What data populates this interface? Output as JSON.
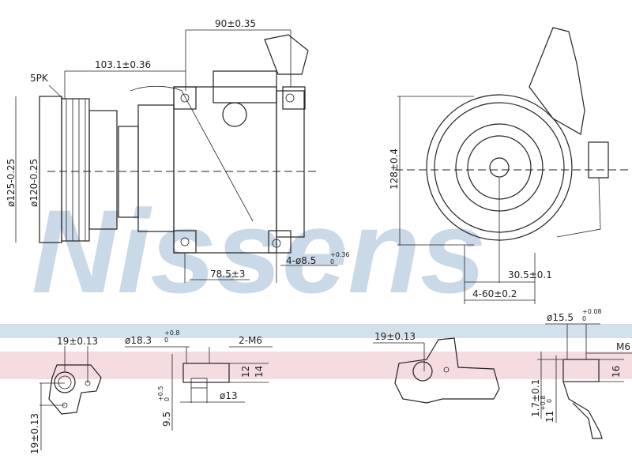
{
  "watermark": "Nissens",
  "colors": {
    "watermark": "#c9d9e8",
    "band_blue": "#d3e1ec",
    "band_pink": "#f1d3d9",
    "line": "#222222"
  },
  "side_view": {
    "width_top": "90±0.35",
    "length": "103.1±0.36",
    "belt": "5PK",
    "pulley_dia_outer": "ø125-0.25",
    "pulley_dia_inner": "ø120-0.25",
    "mount_spacing": "78.5±3",
    "mount_holes": "4-ø8.5",
    "mount_holes_tol": "+0.36",
    "mount_holes_tol_low": "0"
  },
  "front_view": {
    "height": "128±0.4",
    "offset": "30.5±0.1",
    "spacing": "4-60±0.2"
  },
  "port_left": {
    "pitch_h": "19±0.13",
    "pitch_v": "19±0.13",
    "bore": "ø18.3",
    "bore_tol": "+0.8",
    "bore_tol_low": "0",
    "thread": "2-M6",
    "depth1": "12",
    "depth2": "14",
    "inner_dia": "ø13",
    "height": "9.5",
    "height_tol": "+0.5",
    "height_tol_low": "0"
  },
  "port_right": {
    "pitch_h": "19±0.13",
    "bore": "ø15.5",
    "bore_tol": "+0.08",
    "bore_tol_low": "0",
    "thread": "M6",
    "depth": "16",
    "step": "1.7±0.1",
    "height": "11",
    "height_tol": "+0.8",
    "height_tol_low": "0"
  }
}
